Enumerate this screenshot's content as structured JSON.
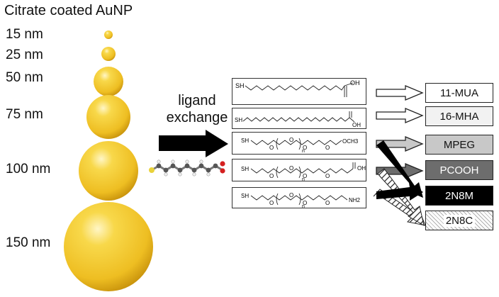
{
  "title": "Citrate coated AuNP",
  "sizes": [
    "15 nm",
    "25 nm",
    "50 nm",
    "75 nm",
    "100 nm",
    "150 nm"
  ],
  "ligand_label": [
    "ligand",
    "exchange"
  ],
  "molecules": [
    {
      "thiol": "SH",
      "end": "OH"
    },
    {
      "thiol": "SH",
      "end": "OH"
    },
    {
      "thiol": "SH",
      "oxygen": "O",
      "repeat": "n",
      "end": "OCH3"
    },
    {
      "thiol": "SH",
      "oxygen": "O",
      "repeat": "n",
      "end": "OH"
    },
    {
      "thiol": "SH",
      "oxygen": "O",
      "repeat": "n",
      "end": "NH2"
    }
  ],
  "ligands": [
    "11-MUA",
    "16-MHA",
    "MPEG",
    "PCOOH",
    "2N8M",
    "2N8C"
  ],
  "colors": {
    "gold": "#f2c230",
    "mpeg_fill": "#c8c8c8",
    "pcooh_fill": "#6d6d6d",
    "n8m_fill": "#000000"
  }
}
